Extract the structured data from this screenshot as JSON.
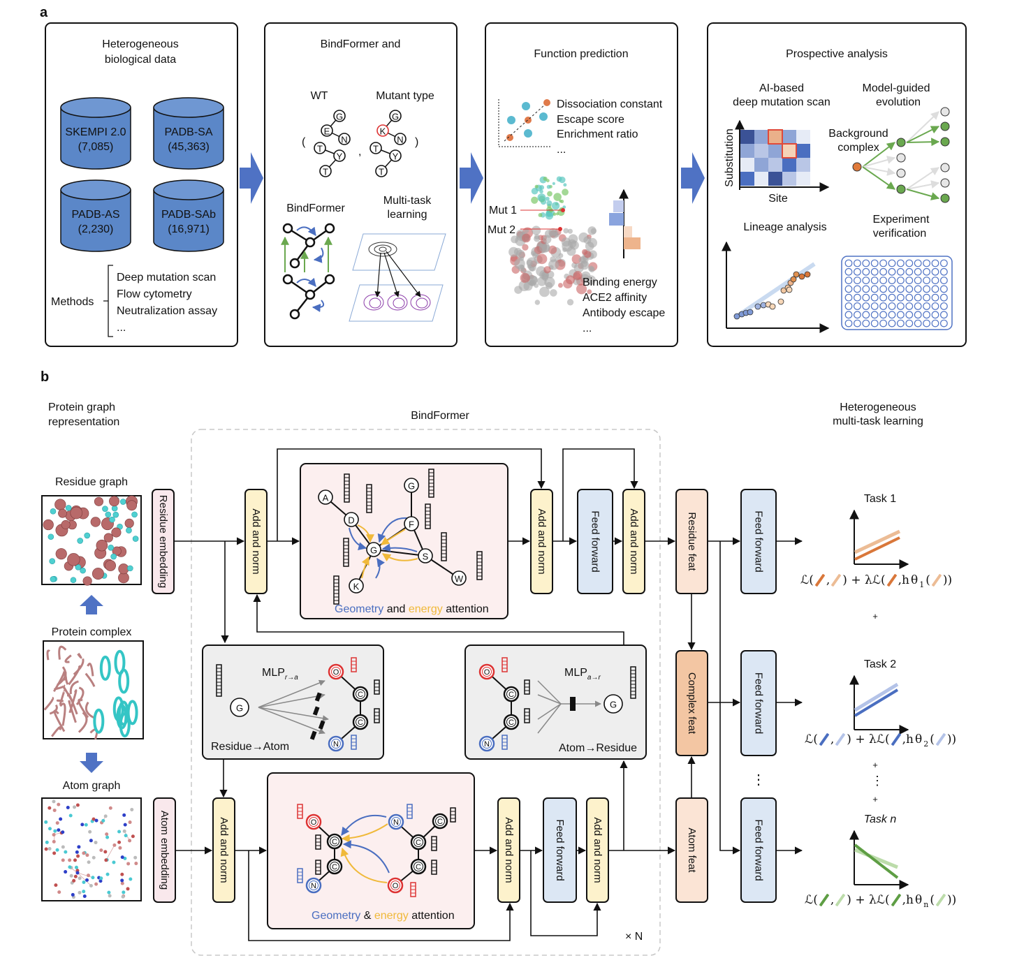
{
  "panel_labels": {
    "a": "a",
    "b": "b"
  },
  "panel_a": {
    "data_box": {
      "title_line1": "Heterogeneous",
      "title_line2": "biological data",
      "databases": [
        {
          "name": "SKEMPI 2.0",
          "count": "(7,085)"
        },
        {
          "name": "PADB-SA",
          "count": "(45,363)"
        },
        {
          "name": "PADB-AS",
          "count": "(2,230)"
        },
        {
          "name": "PADB-SAb",
          "count": "(16,971)"
        }
      ],
      "methods_label": "Methods",
      "methods": [
        "Deep mutation scan",
        "Flow cytometry",
        "Neutralization assay",
        "..."
      ]
    },
    "model_box": {
      "title": "BindFormer and",
      "wt_label": "WT",
      "mutant_label": "Mutant type",
      "wt_nodes": [
        "G",
        "E",
        "N",
        "T",
        "Y",
        "T"
      ],
      "mut_nodes": [
        "G",
        "K",
        "N",
        "T",
        "Y",
        "T"
      ],
      "paren_open": "(",
      "comma": ",",
      "paren_close": ")",
      "bindformer_label": "BindFormer",
      "multitask_line1": "Multi-task",
      "multitask_line2": "learning"
    },
    "function_box": {
      "title": "Function prediction",
      "metrics": [
        "Dissociation constant",
        "Escape score",
        "Enrichment ratio",
        "..."
      ],
      "mut1": "Mut 1",
      "mut2": "Mut 2",
      "targets": [
        "Binding energy",
        "ACE2 affinity",
        "Antibody escape",
        "..."
      ]
    },
    "prospective_box": {
      "title": "Prospective analysis",
      "dms_line1": "AI-based",
      "dms_line2": "deep mutation scan",
      "evo_line1": "Model-guided",
      "evo_line2": "evolution",
      "y_axis": "Substitution",
      "x_axis": "Site",
      "bg_line1": "Background",
      "bg_line2": "complex",
      "lineage": "Lineage analysis",
      "exp_line1": "Experiment",
      "exp_line2": "verification"
    }
  },
  "panel_b": {
    "left_title_line1": "Protein graph",
    "left_title_line2": "representation",
    "center_title": "BindFormer",
    "right_title_line1": "Heterogeneous",
    "right_title_line2": "multi-task learning",
    "residue_graph": "Residue graph",
    "protein_complex": "Protein complex",
    "atom_graph": "Atom graph",
    "residue_embedding": "Residue embedding",
    "atom_embedding": "Atom embedding",
    "add_norm": "Add and norm",
    "feed_forward": "Feed forward",
    "residue_feat": "Residue feat",
    "complex_feat": "Complex feat",
    "atom_feat": "Atom feat",
    "top_attention": {
      "geometry": "Geometry",
      "and": "and",
      "energy": "energy",
      "attention": "attention",
      "nodes": [
        "A",
        "D",
        "G",
        "F",
        "G",
        "S",
        "W",
        "K"
      ]
    },
    "bottom_attention": {
      "geometry": "Geometry",
      "and": "&",
      "energy": "energy",
      "attention": "attention",
      "nodes": [
        "O",
        "C",
        "C",
        "N",
        "N",
        "C",
        "C",
        "O",
        "C"
      ]
    },
    "r2a": {
      "mlp": "MLP",
      "sub": "r→a",
      "label": "Residue→Atom",
      "nodes": [
        "G",
        "O",
        "C",
        "C",
        "N"
      ]
    },
    "a2r": {
      "mlp": "MLP",
      "sub": "a→r",
      "label": "Atom→Residue",
      "nodes": [
        "O",
        "C",
        "C",
        "N",
        "G"
      ]
    },
    "repeat": "× N",
    "vdots": "⋮",
    "plus": "+",
    "tasks": [
      {
        "label": "Task 1",
        "sub": "1",
        "dark": "#d9773a",
        "light": "#ecbc95"
      },
      {
        "label": "Task 2",
        "sub": "2",
        "dark": "#4a6ec0",
        "light": "#b4c3e8"
      },
      {
        "label": "Task n",
        "sub": "n",
        "dark": "#5e9e44",
        "light": "#bcdcaa"
      }
    ],
    "formula": {
      "loss": "ℒ(",
      "comma": ",",
      "plus": ") + λℒ(",
      "h": ",h",
      "theta": "θ",
      "open": "(",
      "close": "))"
    }
  },
  "colors": {
    "geometry": "#4a6ec0",
    "energy": "#f0b93a",
    "db_blue": "#5b87c8",
    "arrow_blue": "#4f72c4",
    "add_norm_fill": "#fdf2cc",
    "feed_forward_fill": "#dce7f4",
    "embedding_fill": "#f9e8ec",
    "feat_fill": "#fbe4d5",
    "complex_fill": "#f3c6a3",
    "attention_fill": "#fcefef",
    "mlp_fill": "#eeeeee"
  }
}
